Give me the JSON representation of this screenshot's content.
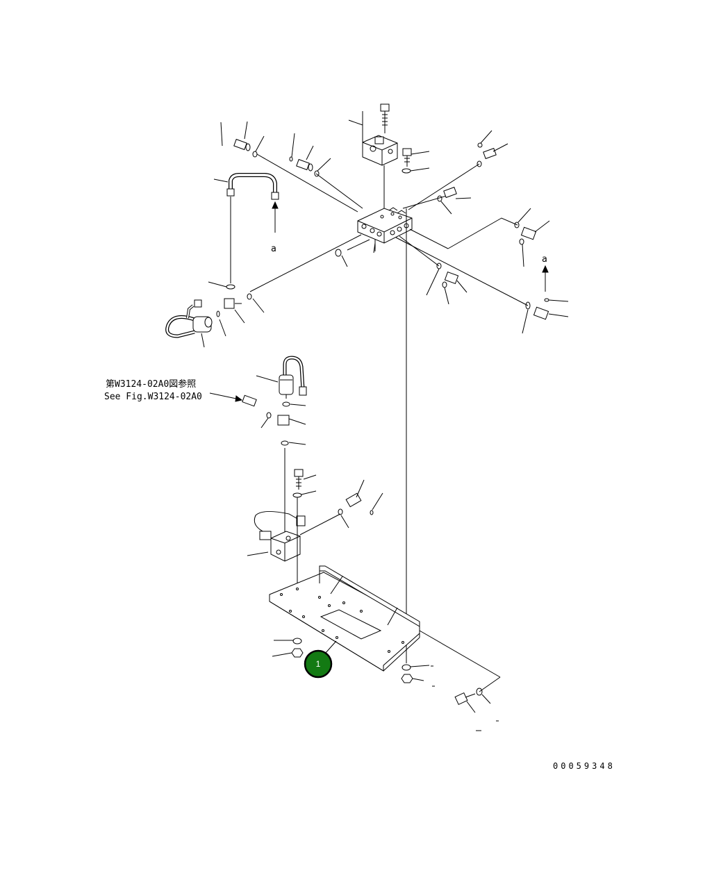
{
  "drawing": {
    "ref_jp": "第W3124-02A0図参照",
    "ref_en": "See Fig.W3124-02A0",
    "view_letter_left": "a",
    "view_letter_right": "a",
    "callout_1": "1",
    "drawing_number": "00059348",
    "callout_color": "#137a13"
  }
}
